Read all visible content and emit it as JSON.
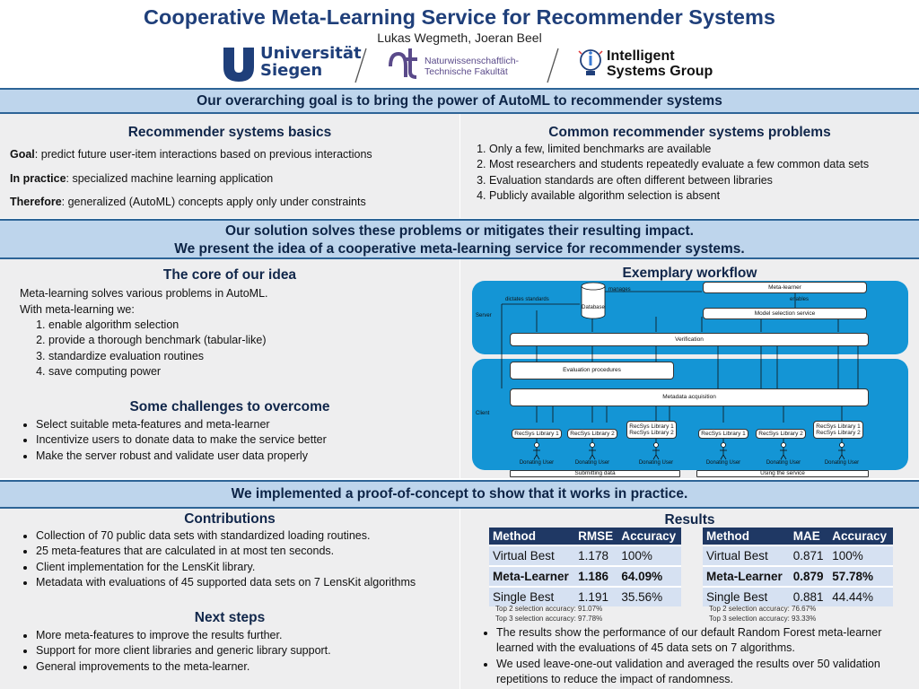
{
  "header": {
    "title": "Cooperative Meta-Learning Service for Recommender Systems",
    "authors": "Lukas Wegmeth, Joeran Beel"
  },
  "logos": {
    "uni_siegen_line1": "Universität",
    "uni_siegen_line2": "Siegen",
    "ntf_line1": "Naturwissenschaftlich-",
    "ntf_line2": "Technische Fakultät",
    "isg_line1": "Intelligent",
    "isg_line2": "Systems Group",
    "brand_color": "#1f3f7a",
    "purple_color": "#5a4a8a"
  },
  "banners": {
    "goal": "Our overarching goal is to bring the power of AutoML to recommender systems",
    "solution_line1": "Our solution solves these problems or mitigates their resulting impact.",
    "solution_line2": "We present the idea of a cooperative meta-learning service for recommender systems.",
    "poc": "We implemented a proof-of-concept to show that it works in practice."
  },
  "basics": {
    "title": "Recommender systems basics",
    "goal_label": "Goal",
    "goal_text": ": predict future user-item interactions based on previous interactions",
    "practice_label": "In practice",
    "practice_text": ": specialized machine learning application",
    "therefore_label": "Therefore",
    "therefore_text": ": generalized (AutoML) concepts apply only under constraints"
  },
  "problems": {
    "title": "Common recommender systems problems",
    "items": [
      "Only a few, limited benchmarks are available",
      "Most researchers and students repeatedly evaluate a few common data sets",
      "Evaluation standards are often different between libraries",
      "Publicly available algorithm selection is absent"
    ]
  },
  "core": {
    "title": "The core of our idea",
    "line1": "Meta-learning solves various problems in AutoML.",
    "line2": "With meta-learning we:",
    "items": [
      "enable algorithm selection",
      "provide a thorough benchmark (tabular-like)",
      "standardize evaluation routines",
      "save computing power"
    ]
  },
  "challenges": {
    "title": "Some challenges to overcome",
    "items": [
      "Select suitable meta-features and meta-learner",
      "Incentivize users to donate data to make the service better",
      "Make the server robust and validate user data properly"
    ]
  },
  "workflow": {
    "title": "Exemplary workflow",
    "server": "Server",
    "client": "Client",
    "database": "Database",
    "dictates": "dictates standards",
    "manages": "manages",
    "enables": "enables",
    "meta_learner": "Meta-learner",
    "model_selection": "Model selection service",
    "verification": "Verification",
    "eval_procedures": "Evaluation procedures",
    "metadata_acq": "Metadata acquisition",
    "lib1": "RecSys Library 1",
    "lib2": "RecSys Library 2",
    "lib12_a": "RecSys Library 1",
    "lib12_b": "RecSys Library 2",
    "donating_user": "Donating User",
    "submitting": "Submitting data",
    "using": "Using the service",
    "fill_color": "#1495d5"
  },
  "contributions": {
    "title": "Contributions",
    "items": [
      "Collection of 70 public data sets with standardized loading routines.",
      "25 meta-features that are calculated in at most ten seconds.",
      "Client implementation for the LensKit library.",
      "Metadata with evaluations of 45 supported data sets on 7 LensKit algorithms"
    ]
  },
  "next_steps": {
    "title": "Next steps",
    "items": [
      "More meta-features to improve the results further.",
      "Support for more client libraries and generic library support.",
      "General improvements to the meta-learner."
    ]
  },
  "results": {
    "title": "Results",
    "table1": {
      "headers": [
        "Method",
        "RMSE",
        "Accuracy"
      ],
      "rows": [
        [
          "Virtual Best",
          "1.178",
          "100%"
        ],
        [
          "Meta-Learner",
          "1.186",
          "64.09%"
        ],
        [
          "Single Best",
          "1.191",
          "35.56%"
        ]
      ],
      "note1": "Top 2 selection accuracy: 91.07%",
      "note2": "Top 3 selection accuracy: 97.78%"
    },
    "table2": {
      "headers": [
        "Method",
        "MAE",
        "Accuracy"
      ],
      "rows": [
        [
          "Virtual Best",
          "0.871",
          "100%"
        ],
        [
          "Meta-Learner",
          "0.879",
          "57.78%"
        ],
        [
          "Single Best",
          "0.881",
          "44.44%"
        ]
      ],
      "note1": "Top 2 selection accuracy: 76.67%",
      "note2": "Top 3 selection accuracy: 93.33%"
    },
    "bullets": [
      "The results show the performance of our default Random Forest meta-learner learned with the evaluations of 45 data sets on 7 algorithms.",
      "We used leave-one-out validation and averaged the results over 50 validation repetitions to reduce the impact of randomness."
    ]
  },
  "colors": {
    "banner_bg": "#bed5ec",
    "banner_border": "#2d6496",
    "panel_bg": "#eeeeef",
    "table_header": "#1f3864",
    "table_cell": "#d6e1f2"
  }
}
